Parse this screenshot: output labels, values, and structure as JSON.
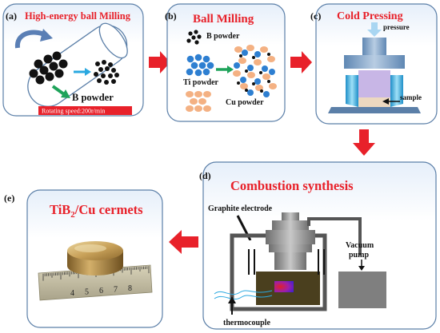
{
  "panels": {
    "a": {
      "letter": "(a)",
      "title": "High-energy ball Milling",
      "powder_label": "B powder",
      "speed_label": "Rotating speed:200r/min"
    },
    "b": {
      "letter": "(b)",
      "title": "Ball Milling",
      "b_powder": "B powder",
      "ti_powder": "Ti  powder",
      "cu_powder": "Cu powder"
    },
    "c": {
      "letter": "(c)",
      "title": "Cold Pressing",
      "pressure": "pressure",
      "sample": "sample"
    },
    "d": {
      "letter": "(d)",
      "title": "Combustion synthesis",
      "electrode": "Graphite electrode",
      "vacuum": "Vacuum",
      "pump": "pump",
      "thermocouple": "thermocouple"
    },
    "e": {
      "letter": "(e)",
      "title_main": "TiB",
      "title_sub": "2",
      "title_rest": "/Cu cermets",
      "ruler_numbers": [
        "4",
        "5",
        "6",
        "7",
        "8"
      ]
    }
  },
  "colors": {
    "title_red": "#e8212a",
    "arrow_red": "#e8212a",
    "panel_border": "#5b7fa8",
    "panel_bg_top": "#eaf2fb",
    "blue_ball": "#2e7fd1",
    "cu_ball": "#f4b183",
    "green_arrow": "#1ea35a",
    "cyan_arrow": "#2aa8e0"
  }
}
